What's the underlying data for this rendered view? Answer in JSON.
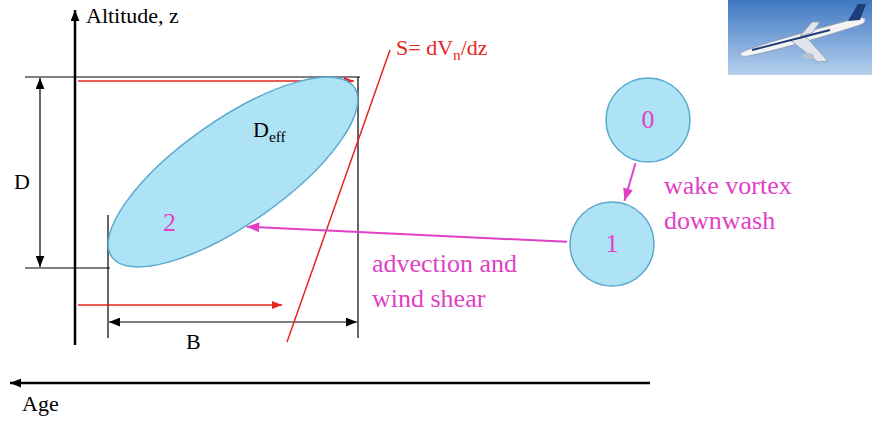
{
  "diagram": {
    "nodes": [
      {
        "text": [
          "0"
        ]
      },
      {
        "text": [
          "1"
        ]
      },
      {
        "text": [
          "2"
        ]
      }
    ],
    "edges": [
      {
        "from": 0,
        "to": 1,
        "arrow": "to",
        "label": "wake vortex downwash"
      },
      {
        "from": 1,
        "to": 2,
        "arrow": "to",
        "label": "advection and wind shear"
      }
    ],
    "labels": [
      "Altitude, z",
      "S= dVn/dz",
      "D",
      "Deff",
      "B",
      "Age"
    ]
  }
}
